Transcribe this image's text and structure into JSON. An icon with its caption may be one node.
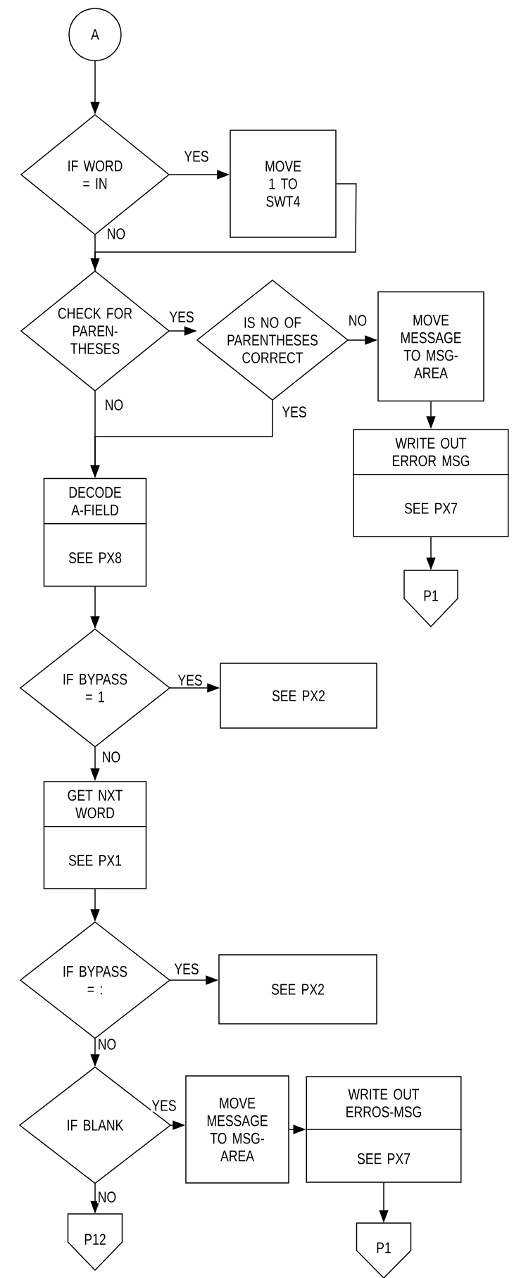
{
  "diagram": {
    "nodes": [
      {
        "text": [
          "A"
        ]
      },
      {
        "text": [
          "IF WORD = IN"
        ]
      },
      {
        "text": [
          "MOVE 1 TO SWT4"
        ]
      },
      {
        "text": [
          "CHECK FOR PAREN- THESES"
        ]
      },
      {
        "text": [
          "IS NO OF PARENTHESES CORRECT"
        ]
      },
      {
        "text": [
          "MOVE MESSAGE TO MSG-AREA"
        ]
      },
      {
        "text": [
          "WRITE OUT ERROR MSG",
          "SEE PX7"
        ]
      },
      {
        "text": [
          "P1"
        ]
      },
      {
        "text": [
          "DECODE A-FIELD",
          "SEE PX8"
        ]
      },
      {
        "text": [
          "IF BYPASS = 1"
        ]
      },
      {
        "text": [
          "SEE PX2"
        ]
      },
      {
        "text": [
          "GET NXT WORD",
          "SEE PX1"
        ]
      },
      {
        "text": [
          "IF BYPASS = :"
        ]
      },
      {
        "text": [
          "SEE PX2"
        ]
      },
      {
        "text": [
          "IF BLANK"
        ]
      },
      {
        "text": [
          "MOVE MESSAGE TO MSG-AREA"
        ]
      },
      {
        "text": [
          "WRITE OUT ERROS-MSG",
          "SEE PX7"
        ]
      },
      {
        "text": [
          "P12"
        ]
      },
      {
        "text": [
          "P1"
        ]
      }
    ],
    "edges": [
      {
        "from": 0,
        "to": 1,
        "arrow": "to"
      },
      {
        "from": 1,
        "to": 2,
        "arrow": "to",
        "label": "YES"
      },
      {
        "from": 1,
        "to": 3,
        "arrow": "none",
        "label": "NO"
      },
      {
        "from": 2,
        "to": 3,
        "arrow": "to"
      },
      {
        "from": 3,
        "to": 4,
        "arrow": "to",
        "label": "YES"
      },
      {
        "from": 4,
        "to": 5,
        "arrow": "to",
        "label": "NO"
      },
      {
        "from": 4,
        "to": 8,
        "arrow": "to",
        "label": "YES"
      },
      {
        "from": 3,
        "to": 8,
        "arrow": "to",
        "label": "NO"
      },
      {
        "from": 5,
        "to": 6,
        "arrow": "to"
      },
      {
        "from": 6,
        "to": 7,
        "arrow": "to"
      },
      {
        "from": 8,
        "to": 9,
        "arrow": "to"
      },
      {
        "from": 9,
        "to": 10,
        "arrow": "to",
        "label": "YES"
      },
      {
        "from": 9,
        "to": 11,
        "arrow": "to",
        "label": "NO"
      },
      {
        "from": 11,
        "to": 12,
        "arrow": "to"
      },
      {
        "from": 12,
        "to": 13,
        "arrow": "to",
        "label": "YES"
      },
      {
        "from": 12,
        "to": 14,
        "arrow": "to",
        "label": "NO"
      },
      {
        "from": 14,
        "to": 15,
        "arrow": "to",
        "label": "YES"
      },
      {
        "from": 14,
        "to": 17,
        "arrow": "to",
        "label": "NO"
      },
      {
        "from": 15,
        "to": 16,
        "arrow": "to"
      },
      {
        "from": 16,
        "to": 18,
        "arrow": "to"
      }
    ]
  }
}
